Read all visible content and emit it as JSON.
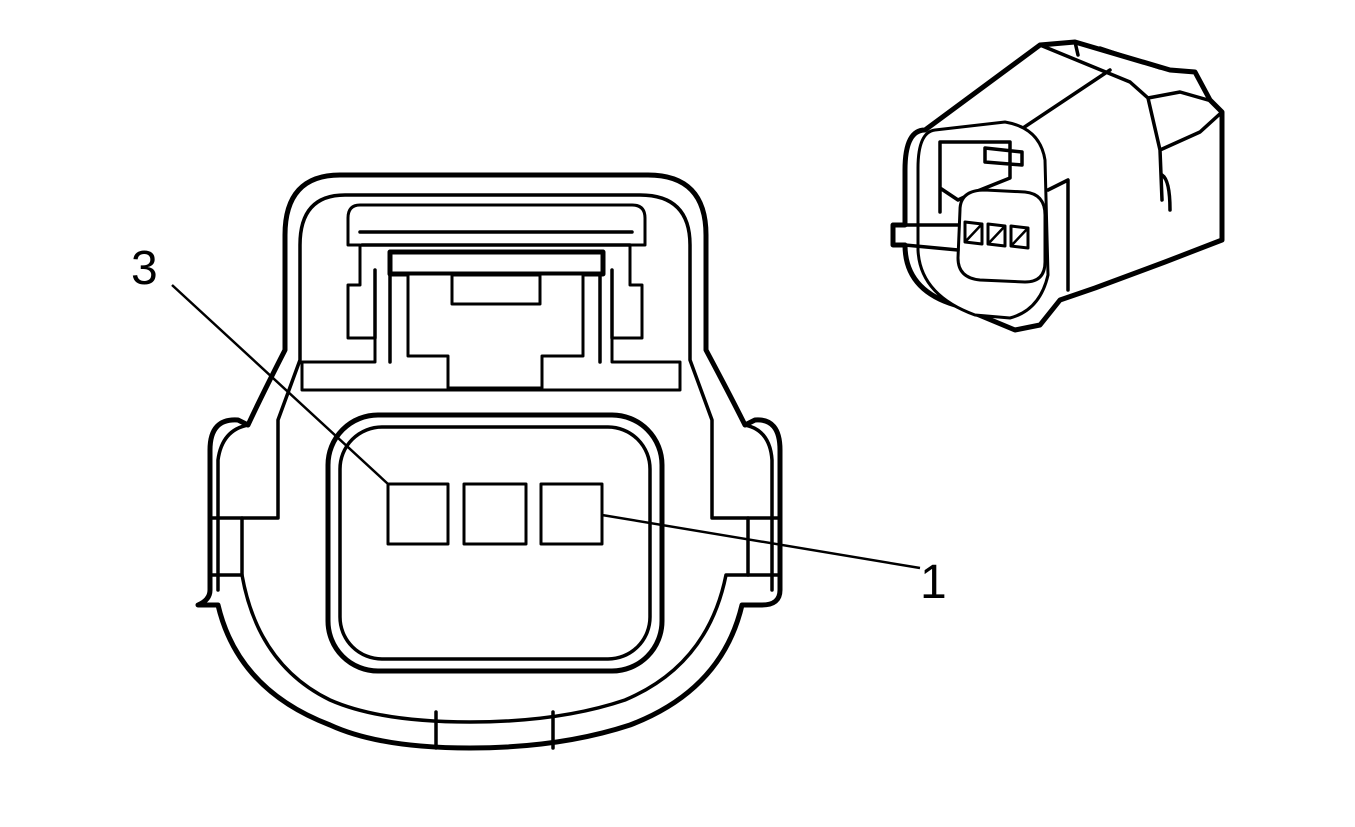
{
  "callouts": [
    {
      "id": "pin-3",
      "text": "3"
    },
    {
      "id": "pin-1",
      "text": "1"
    }
  ],
  "colors": {
    "line": "#000000",
    "background": "#ffffff"
  }
}
